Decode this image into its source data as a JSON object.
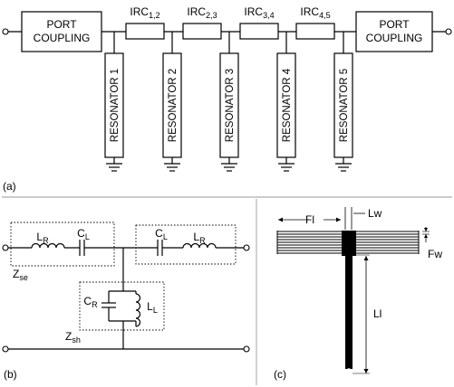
{
  "panel_a": {
    "port_left": [
      "PORT",
      "COUPLING"
    ],
    "port_right": [
      "PORT",
      "COUPLING"
    ],
    "irc": [
      {
        "base": "IRC",
        "sub": "1,2"
      },
      {
        "base": "IRC",
        "sub": "2,3"
      },
      {
        "base": "IRC",
        "sub": "3,4"
      },
      {
        "base": "IRC",
        "sub": "4,5"
      }
    ],
    "resonators": [
      "RESONATOR 1",
      "RESONATOR 2",
      "RESONATOR 3",
      "RESONATOR 4",
      "RESONATOR 5"
    ],
    "caption": "(a)"
  },
  "panel_b": {
    "series_left": {
      "inductor": {
        "base": "L",
        "sub": "R"
      },
      "capacitor": {
        "base": "C",
        "sub": "L"
      }
    },
    "series_right": {
      "capacitor": {
        "base": "C",
        "sub": "L"
      },
      "inductor": {
        "base": "L",
        "sub": "R"
      }
    },
    "shunt": {
      "capacitor": {
        "base": "C",
        "sub": "R"
      },
      "inductor": {
        "base": "L",
        "sub": "L"
      }
    },
    "zse": {
      "base": "Z",
      "sub": "se"
    },
    "zsh": {
      "base": "Z",
      "sub": "sh"
    },
    "caption": "(b)"
  },
  "panel_c": {
    "fl": "Fl",
    "lw": "Lw",
    "fw": "Fw",
    "ll": "Ll",
    "caption": "(c)"
  }
}
